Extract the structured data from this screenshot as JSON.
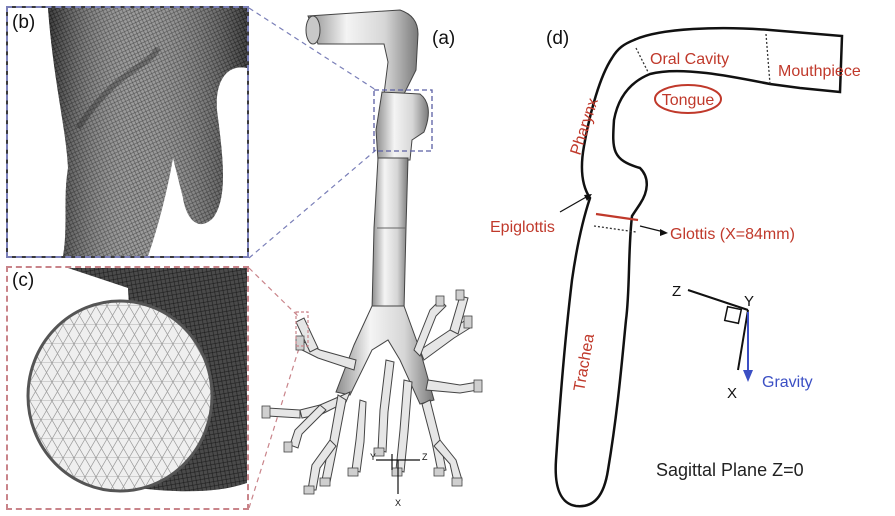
{
  "panels": {
    "a": "(a)",
    "b": "(b)",
    "c": "(c)",
    "d": "(d)"
  },
  "airway_labels": {
    "oral_cavity": "Oral Cavity",
    "mouthpiece": "Mouthpiece",
    "tongue": "Tongue",
    "pharynx": "Pharynx",
    "epiglottis": "Epiglottis",
    "glottis": "Glottis (X=84mm)",
    "trachea": "Trachea"
  },
  "axes_d": {
    "z": "Z",
    "y": "Y",
    "x": "X",
    "gravity": "Gravity"
  },
  "axes_a": {
    "y": "Y",
    "z": "Z",
    "x": "X"
  },
  "caption": "Sagittal Plane Z=0",
  "colors": {
    "label_red": "#c0392b",
    "gravity_blue": "#3b4fc4",
    "box_b_border": "#7a7fb8",
    "box_c_border": "#c9848a"
  }
}
